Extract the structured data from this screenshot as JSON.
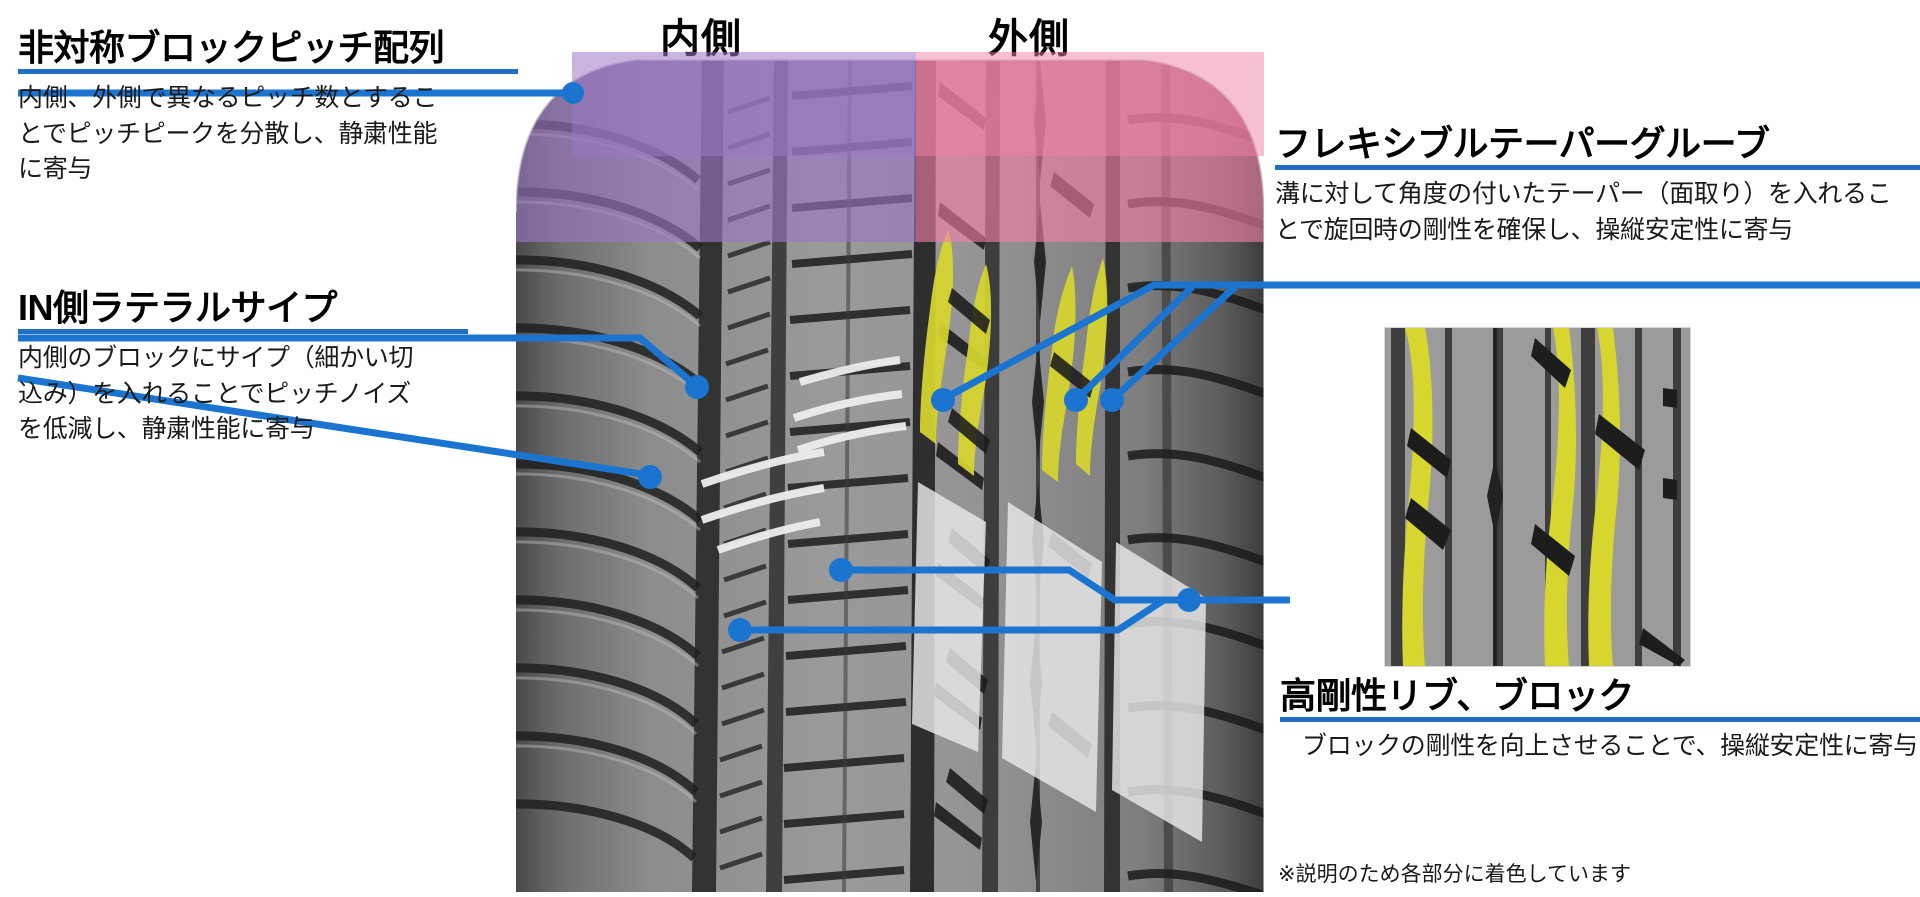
{
  "diagram": {
    "title": "タイヤトレッドパターン 機能説明図",
    "accent_color": "#1b75d0",
    "inner_overlay_color": "#9a77c4",
    "outer_overlay_color": "#f07fa6",
    "groove_highlight_color": "#d6d62e",
    "sipe_highlight_color": "#e8e8e8"
  },
  "side_labels": {
    "inner": "内側",
    "outer": "外側"
  },
  "callouts": [
    {
      "id": "asymmetric-block-pitch",
      "title": "非対称ブロックピッチ配列",
      "body": "内側、外側で異なるピッチ数とすることでピッチピークを分散し、静粛性能に寄与"
    },
    {
      "id": "in-side-lateral-sipe",
      "title": "IN側ラテラルサイプ",
      "body": "内側のブロックにサイプ（細かい切込み）を入れることでピッチノイズを低減し、静粛性能に寄与"
    },
    {
      "id": "flexible-taper-groove",
      "title": "フレキシブルテーパーグルーブ",
      "body": "溝に対して角度の付いたテーパー（面取り）を入れることで旋回時の剛性を確保し、操縦安定性に寄与"
    },
    {
      "id": "high-rigidity-rib-block",
      "title": "高剛性リブ、ブロック",
      "body": "ブロックの剛性を向上させることで、操縦安定性に寄与"
    }
  ],
  "footnote": "※説明のため各部分に着色しています"
}
